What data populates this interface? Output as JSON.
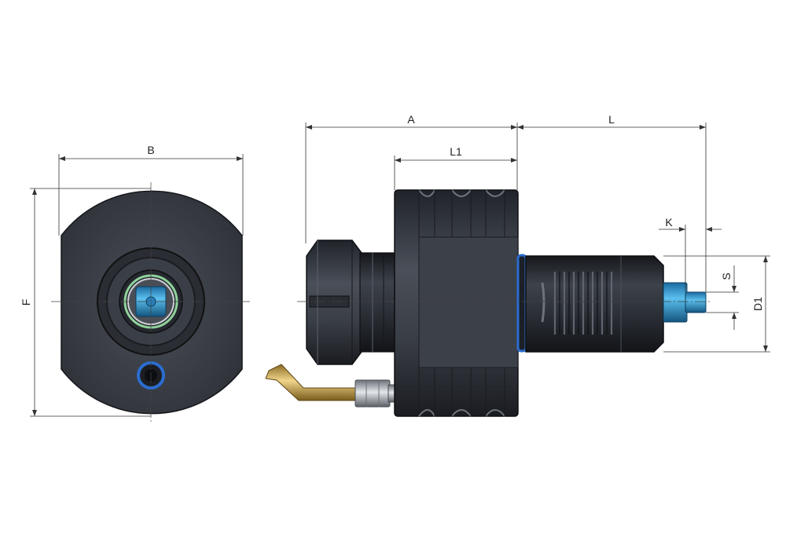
{
  "drawing": {
    "dimensions": {
      "A": "A",
      "L": "L",
      "L1": "L1",
      "B": "B",
      "F": "F",
      "K": "K",
      "S": "S",
      "D1": "D1"
    },
    "colors": {
      "body_dark": "#2a2d33",
      "body_mid": "#3b3f47",
      "accent_blue": "#2b6ccf",
      "tool_blue": "#2fa3d8",
      "coolant_gold": "#c9a24a",
      "fitting_silver": "#b8bcc2"
    }
  }
}
